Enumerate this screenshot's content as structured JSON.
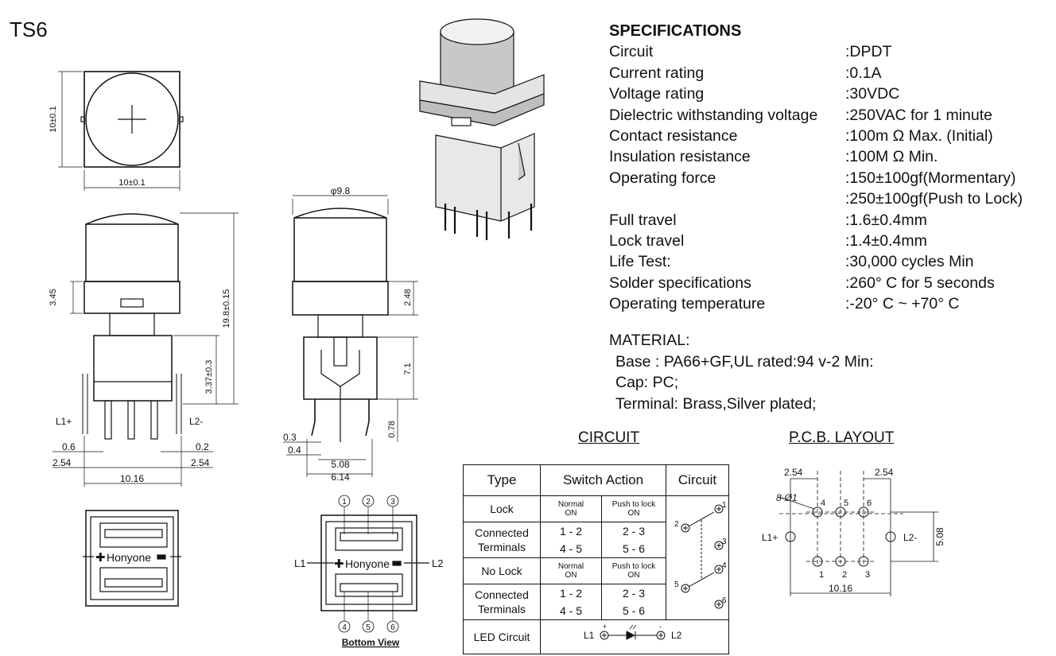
{
  "title": "TS6",
  "specifications": {
    "heading": "SPECIFICATIONS",
    "rows": [
      {
        "label": "Circuit",
        "value": ":DPDT"
      },
      {
        "label": "Current rating",
        "value": ":0.1A"
      },
      {
        "label": "Voltage rating",
        "value": ":30VDC"
      },
      {
        "label": "Dielectric withstanding voltage",
        "value": ":250VAC for 1 minute"
      },
      {
        "label": "Contact resistance",
        "value": ":100m Ω  Max. (Initial)"
      },
      {
        "label": "Insulation resistance",
        "value": ":100M Ω  Min."
      },
      {
        "label": "Operating force",
        "value": ":150±100gf(Mormentary)"
      },
      {
        "label": "",
        "value": ":250±100gf(Push to Lock)"
      },
      {
        "label": "Full travel",
        "value": ":1.6±0.4mm"
      },
      {
        "label": "Lock travel",
        "value": ":1.4±0.4mm"
      },
      {
        "label": "Life Test:",
        "value": ":30,000 cycles Min"
      },
      {
        "label": "Solder specifications",
        "value": ":260° C for 5 seconds"
      },
      {
        "label": "Operating temperature",
        "value": ":-20° C ~ +70° C"
      }
    ]
  },
  "material": {
    "heading": "MATERIAL:",
    "lines": [
      "Base : PA66+GF,UL rated:94 v-2 Min:",
      "Cap: PC;",
      "Terminal: Brass,Silver plated;"
    ]
  },
  "circuit_section": {
    "title": "CIRCUIT",
    "headers": {
      "type": "Type",
      "action": "Switch Action",
      "circuit": "Circuit"
    },
    "lock": "Lock",
    "no_lock": "No Lock",
    "normal_on": [
      "Normal",
      "ON"
    ],
    "push_on": [
      "Push to lock",
      "ON"
    ],
    "connected": [
      "Connected",
      "Terminals"
    ],
    "pair_a": [
      "1 - 2",
      "4 - 5"
    ],
    "pair_b": [
      "2 - 3",
      "5 - 6"
    ],
    "led": "LED Circuit",
    "led_l1": "L1",
    "led_l2": "L2",
    "led_plus": "+",
    "led_minus": "-",
    "pins": [
      "1",
      "2",
      "3",
      "4",
      "5",
      "6"
    ]
  },
  "pcb_layout": {
    "title": "P.C.B. LAYOUT",
    "pitch_left": "2.54",
    "pitch_right": "2.54",
    "hole": "8-Ø1",
    "l1": "L1+",
    "l2": "L2-",
    "height": "5.08",
    "width": "10.16",
    "top_pins": [
      "4",
      "5",
      "6"
    ],
    "bottom_pins": [
      "1",
      "2",
      "3"
    ]
  },
  "top_view": {
    "w": "10±0.1",
    "h": "10±0.1"
  },
  "front_view": {
    "d_cap": "3.45",
    "d_total": "19.8±0.15",
    "d_body": "3.37±0.3",
    "l1": "L1+",
    "l2": "L2-",
    "d_06": "0.6",
    "d_02": "0.2",
    "d_254a": "2.54",
    "d_254b": "2.54",
    "d_1016": "10.16"
  },
  "side_view": {
    "dia": "φ9.8",
    "d_248": "2.48",
    "d_71": "7.1",
    "d_078": "0.78",
    "d_03": "0.3",
    "d_04": "0.4",
    "d_508": "5.08",
    "d_614": "6.14"
  },
  "bottom_left": {
    "brand": "Honyone"
  },
  "bottom_right": {
    "brand": "Honyone",
    "l1": "L1",
    "l2": "L2",
    "caption": "Bottom View",
    "top_pins": [
      "1",
      "2",
      "3"
    ],
    "bottom_pins": [
      "4",
      "5",
      "6"
    ]
  }
}
